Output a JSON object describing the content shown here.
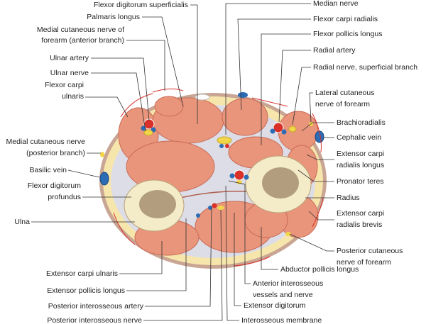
{
  "colors": {
    "skin": "#c9a594",
    "fat": "#f7e6ac",
    "muscle": "#e9957b",
    "muscle_line": "#c96a55",
    "bone": "#f4ebc8",
    "marrow": "#9c8466",
    "artery": "#d9302a",
    "vein": "#2b6cb5",
    "nerve": "#f2d64a"
  },
  "left_labels": [
    {
      "id": "fds",
      "text": "Flexor digitorum superficialis"
    },
    {
      "id": "pl",
      "text": "Palmaris longus"
    },
    {
      "id": "mcna1",
      "text": "Medial cutaneous nerve of"
    },
    {
      "id": "mcna2",
      "text": "forearm (anterior branch)"
    },
    {
      "id": "ua",
      "text": "Ulnar artery"
    },
    {
      "id": "un",
      "text": "Ulnar nerve"
    },
    {
      "id": "fcu1",
      "text": "Flexor carpi"
    },
    {
      "id": "fcu2",
      "text": "ulnaris"
    },
    {
      "id": "mcnp1",
      "text": "Medial cutaneous nerve"
    },
    {
      "id": "mcnp2",
      "text": "(posterior branch)"
    },
    {
      "id": "bv",
      "text": "Basilic vein"
    },
    {
      "id": "fdp1",
      "text": "Flexor digitorum"
    },
    {
      "id": "fdp2",
      "text": "profundus"
    },
    {
      "id": "ulna",
      "text": "Ulna"
    },
    {
      "id": "ecu",
      "text": "Extensor carpi ulnaris"
    },
    {
      "id": "epl",
      "text": "Extensor pollicis longus"
    },
    {
      "id": "pia",
      "text": "Posterior interosseous artery"
    },
    {
      "id": "pin",
      "text": "Posterior interosseous nerve"
    }
  ],
  "right_labels": [
    {
      "id": "mn",
      "text": "Median nerve"
    },
    {
      "id": "fcr",
      "text": "Flexor carpi radialis"
    },
    {
      "id": "fpl",
      "text": "Flexor pollicis longus"
    },
    {
      "id": "ra",
      "text": "Radial artery"
    },
    {
      "id": "rns",
      "text": "Radial nerve, superficial branch"
    },
    {
      "id": "lcn1",
      "text": "Lateral cutaneous"
    },
    {
      "id": "lcn2",
      "text": "nerve of forearm"
    },
    {
      "id": "br",
      "text": "Brachioradialis"
    },
    {
      "id": "cv",
      "text": "Cephalic vein"
    },
    {
      "id": "ecrl1",
      "text": "Extensor carpi"
    },
    {
      "id": "ecrl2",
      "text": "radialis longus"
    },
    {
      "id": "pt",
      "text": "Pronator teres"
    },
    {
      "id": "rad",
      "text": "Radius"
    },
    {
      "id": "ecrb1",
      "text": "Extensor carpi"
    },
    {
      "id": "ecrb2",
      "text": "radialis brevis"
    },
    {
      "id": "pcn1",
      "text": "Posterior cutaneous"
    },
    {
      "id": "pcn2",
      "text": "nerve of forearm"
    },
    {
      "id": "apl",
      "text": "Abductor pollicis longus"
    },
    {
      "id": "aiv1",
      "text": "Anterior interosseous"
    },
    {
      "id": "aiv2",
      "text": "vessels and nerve"
    },
    {
      "id": "ed",
      "text": "Extensor digitorum"
    },
    {
      "id": "im",
      "text": "Interosseous membrane"
    }
  ]
}
